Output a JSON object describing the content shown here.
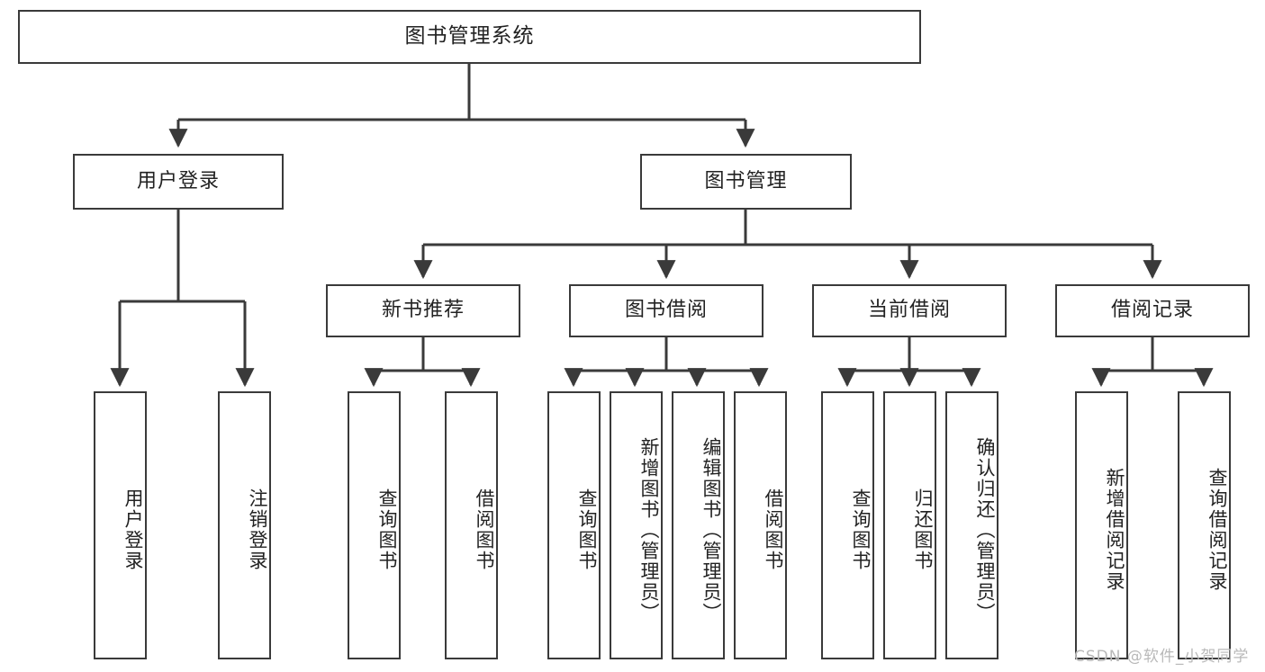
{
  "diagram": {
    "type": "tree",
    "title": "图书管理系统",
    "root": {
      "label": "图书管理系统"
    },
    "level2": [
      {
        "label": "用户登录"
      },
      {
        "label": "图书管理"
      }
    ],
    "level3": [
      {
        "label": "新书推荐"
      },
      {
        "label": "图书借阅"
      },
      {
        "label": "当前借阅"
      },
      {
        "label": "借阅记录"
      }
    ],
    "leaves": {
      "user_login": [
        {
          "label": "用户登录"
        },
        {
          "label": "注销登录"
        }
      ],
      "new_book_recommend": [
        {
          "label": "查询图书"
        },
        {
          "label": "借阅图书"
        }
      ],
      "book_borrow": [
        {
          "label": "查询图书"
        },
        {
          "label": "新增图书（管理员）"
        },
        {
          "label": "编辑图书（管理员）"
        },
        {
          "label": "借阅图书"
        }
      ],
      "current_borrow": [
        {
          "label": "查询图书"
        },
        {
          "label": "归还图书"
        },
        {
          "label": "确认归还（管理员）"
        }
      ],
      "borrow_record": [
        {
          "label": "新增借阅记录"
        },
        {
          "label": "查询借阅记录"
        }
      ]
    }
  },
  "watermark": {
    "text": "CSDN @软件_小贺同学"
  },
  "colors": {
    "stroke": "#3a3a3a",
    "background": "#ffffff",
    "text": "#222222",
    "watermark": "#b9b9b9"
  }
}
